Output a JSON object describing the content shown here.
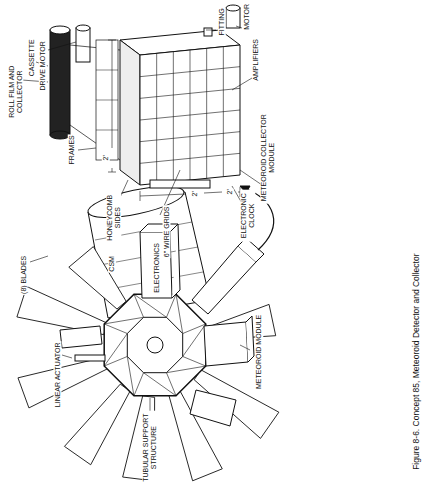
{
  "diagram": {
    "caption": "Figure 8-6. Concept 85, Meteoroid Detector and Collector",
    "labels": [
      "ROLL FILM AND COLLECTOR",
      "CASSETTE",
      "DRIVE MOTOR",
      "FITTING",
      "MOTOR",
      "AMPLIFIERS",
      "METEOROID COLLECTOR MODULE",
      "ELECTRONIC CLOCK",
      "FRAMES",
      "2'",
      "2'",
      "2'",
      "HONEYCOMB SIDES",
      "6\" WIRE GRIDS",
      "CSM",
      "ELECTRONICS",
      "METEOROID MODULE",
      "(8) BLADES",
      "LINEAR ACTUATOR",
      "TUBULAR SUPPORT STRUCTURE"
    ]
  }
}
